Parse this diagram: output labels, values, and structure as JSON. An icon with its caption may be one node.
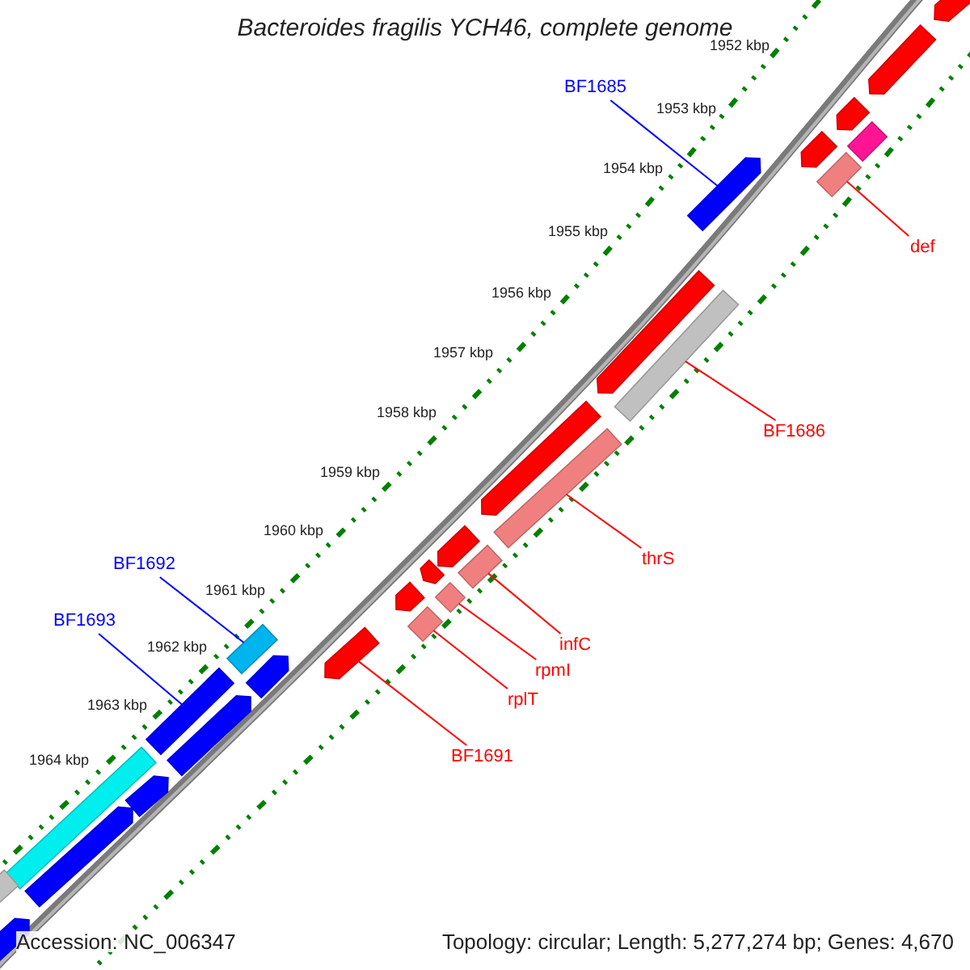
{
  "diagram": {
    "title": "Bacteroides fragilis YCH46, complete genome",
    "nodes": [
      {
        "text": [
          "BF1685"
        ]
      },
      {
        "text": [
          "def"
        ]
      },
      {
        "text": [
          "BF1686"
        ]
      },
      {
        "text": [
          "thrS"
        ]
      },
      {
        "text": [
          "infC"
        ]
      },
      {
        "text": [
          "rpmI"
        ]
      },
      {
        "text": [
          "rplT"
        ]
      },
      {
        "text": [
          "BF1691"
        ]
      },
      {
        "text": [
          "BF1692"
        ]
      },
      {
        "text": [
          "BF1693"
        ]
      },
      {
        "text": [],
        "shape": "pentagon"
      },
      {
        "text": [],
        "shape": "pentagon"
      },
      {
        "text": [],
        "shape": "pentagon"
      },
      {
        "text": [],
        "shape": "bar"
      },
      {
        "text": [],
        "shape": "pentagon"
      },
      {
        "text": [],
        "shape": "bar"
      },
      {
        "text": [],
        "shape": "pentagon"
      },
      {
        "text": [],
        "shape": "pentagon"
      },
      {
        "text": [],
        "shape": "bar"
      },
      {
        "text": [],
        "shape": "pentagon"
      },
      {
        "text": [],
        "shape": "bar"
      },
      {
        "text": [],
        "shape": "pentagon"
      },
      {
        "text": [],
        "shape": "pentagon"
      },
      {
        "text": [],
        "shape": "bar"
      },
      {
        "text": [],
        "shape": "pentagon"
      },
      {
        "text": [],
        "shape": "bar"
      },
      {
        "text": [],
        "shape": "bar"
      },
      {
        "text": [],
        "shape": "pentagon"
      },
      {
        "text": [],
        "shape": "bar"
      },
      {
        "text": [],
        "shape": "pentagon"
      },
      {
        "text": [],
        "shape": "bar"
      },
      {
        "text": [],
        "shape": "pentagon"
      },
      {
        "text": [],
        "shape": "bar"
      },
      {
        "text": [],
        "shape": "pentagon"
      },
      {
        "text": [],
        "shape": "pentagon"
      },
      {
        "text": [],
        "shape": "bar"
      },
      {
        "text": [],
        "shape": "pentagon"
      }
    ],
    "edges": [
      {
        "from": 0,
        "to": 16,
        "arrow": "none",
        "color": "#0000ff"
      },
      {
        "from": 1,
        "to": 15,
        "arrow": "none"
      },
      {
        "from": 2,
        "to": 18,
        "arrow": "none"
      },
      {
        "from": 3,
        "to": 20,
        "arrow": "none"
      },
      {
        "from": 4,
        "to": 23,
        "arrow": "none"
      },
      {
        "from": 5,
        "to": 25,
        "arrow": "none"
      },
      {
        "from": 6,
        "to": 26,
        "arrow": "none"
      },
      {
        "from": 7,
        "to": 27,
        "arrow": "none"
      },
      {
        "from": 8,
        "to": 28,
        "arrow": "none",
        "color": "#0000ff"
      },
      {
        "from": 9,
        "to": 30,
        "arrow": "none",
        "color": "#0000ff"
      }
    ],
    "labels": [
      "1952 kbp",
      "1953 kbp",
      "1954 kbp",
      "1955 kbp",
      "1956 kbp",
      "1957 kbp",
      "1958 kbp",
      "1959 kbp",
      "1960 kbp",
      "1961 kbp",
      "1962 kbp",
      "1963 kbp",
      "1964 kbp",
      "Accession: NC_006347",
      "Topology: circular; Length: 5,277,274 bp; Genes: 4,670"
    ]
  }
}
